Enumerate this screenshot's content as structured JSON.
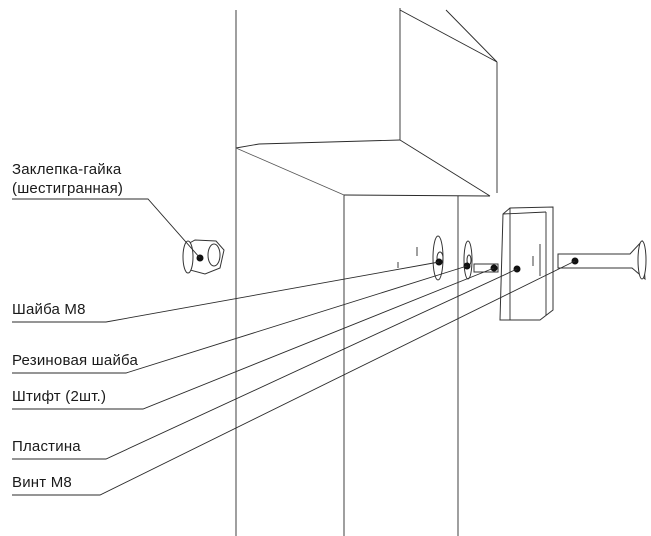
{
  "labels": {
    "rivet_nut_line1": "Заклепка-гайка",
    "rivet_nut_line2": "(шестигранная)",
    "washer_m8": "Шайба М8",
    "rubber_washer": "Резиновая шайба",
    "pin": "Штифт (2шт.)",
    "plate": "Пластина",
    "screw_m8": "Винт М8"
  }
}
